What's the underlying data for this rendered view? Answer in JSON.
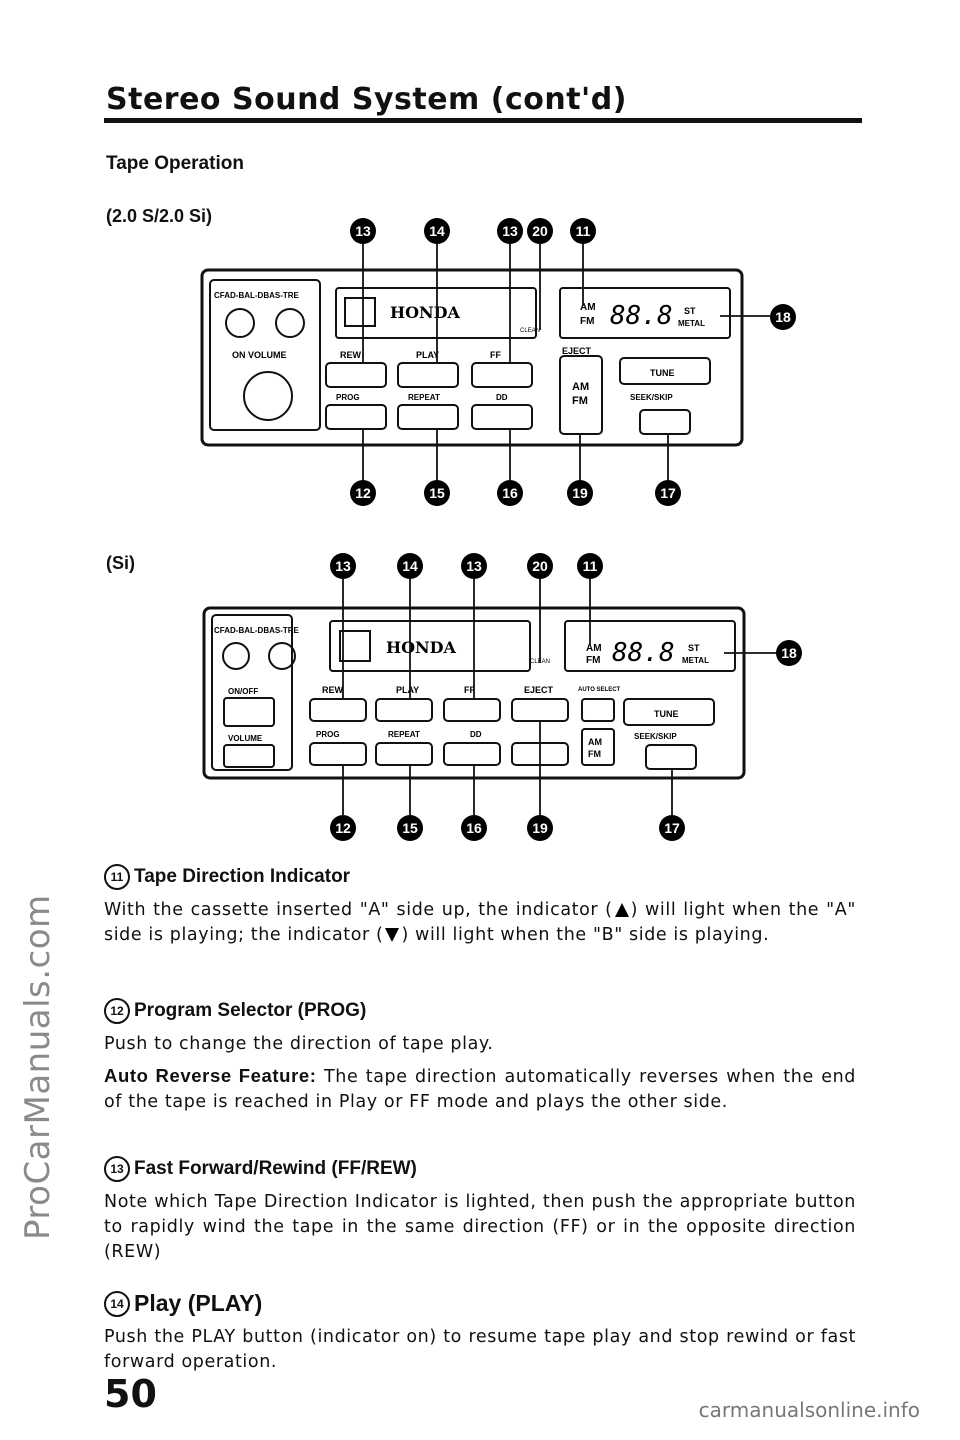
{
  "watermark": "ProCarManuals.com",
  "title": "Stereo Sound System (cont'd)",
  "section": "Tape Operation",
  "variant1_label": "(2.0 S/2.0 Si)",
  "variant2_label": "(Si)",
  "radio": {
    "brand": "HONDA",
    "balance_label": "CFAD-BAL-DBAS-TRE",
    "on_volume": "ON VOLUME",
    "on_off": "ON/OFF",
    "volume": "VOLUME",
    "rew": "REW",
    "play": "PLAY",
    "ff": "FF",
    "eject": "EJECT",
    "prog": "PROG",
    "repeat": "REPEAT",
    "dolby": "DD",
    "auto_select": "AUTO SELECT",
    "am": "AM",
    "fm": "FM",
    "display_digits": "88.8",
    "st": "ST",
    "metal": "METAL",
    "tune": "TUNE",
    "seek_skip": "SEEK/SKIP",
    "clean": "CLEAN"
  },
  "callouts_v1_top": [
    "13",
    "14",
    "13",
    "20",
    "11"
  ],
  "callouts_v1_bottom": [
    "12",
    "15",
    "16",
    "19",
    "17"
  ],
  "callouts_v1_right": "18",
  "callouts_v2_top": [
    "13",
    "14",
    "13",
    "20",
    "11"
  ],
  "callouts_v2_bottom": [
    "12",
    "15",
    "16",
    "19",
    "17"
  ],
  "callouts_v2_right": "18",
  "items": [
    {
      "num": "11",
      "heading": "Tape Direction Indicator",
      "text_a": "With the cassette inserted \"A\" side up, the indicator (",
      "text_b": ") will light when the \"A\" side is playing; the indicator (",
      "text_c": ") will light when the \"B\" side is playing."
    },
    {
      "num": "12",
      "heading": "Program Selector (PROG)",
      "text": "Push to change the direction of tape play.",
      "bold_lead": "Auto Reverse Feature:",
      "text2": "The tape direction automatically reverses when the end of the tape is reached in Play or FF mode and plays the other side."
    },
    {
      "num": "13",
      "heading": "Fast Forward/Rewind (FF/REW)",
      "text": "Note which Tape Direction Indicator is lighted, then push the appropriate button to rapidly wind the tape in the same direction (FF) or in the opposite direction (REW)"
    },
    {
      "num": "14",
      "heading": "Play (PLAY)",
      "text": "Push the PLAY button (indicator on) to resume tape play and stop rewind or fast forward operation."
    }
  ],
  "page_number": "50",
  "footer": "carmanualsonline.info"
}
